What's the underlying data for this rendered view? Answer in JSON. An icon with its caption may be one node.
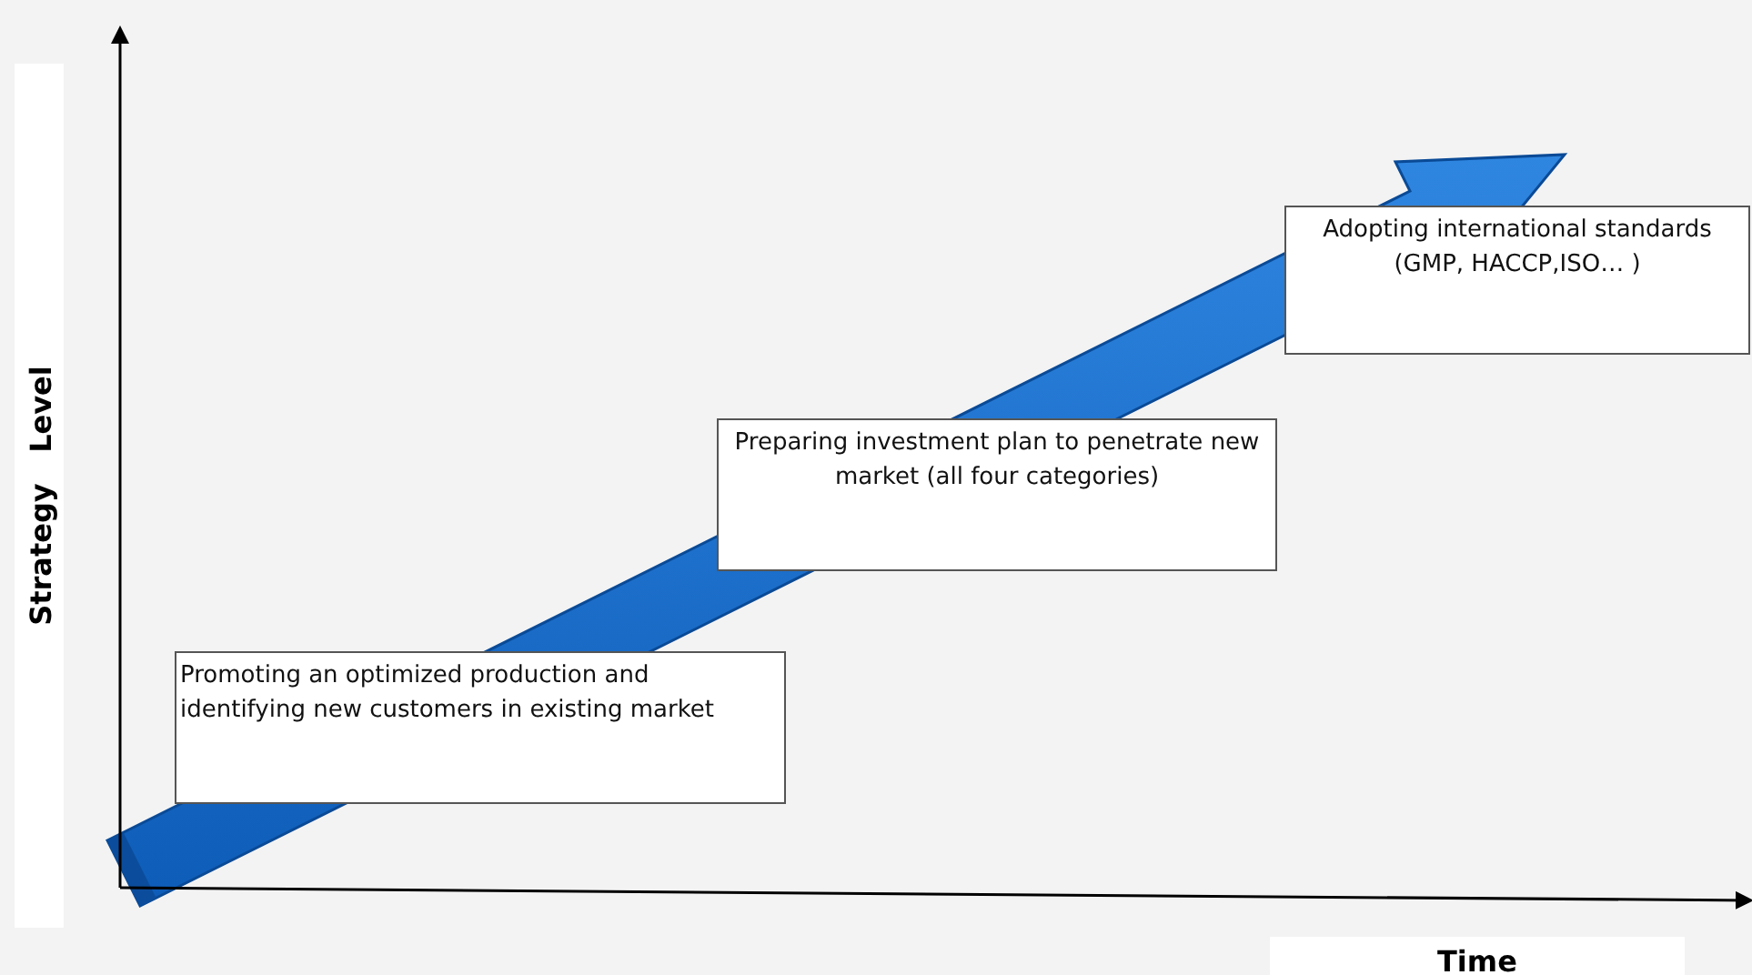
{
  "diagram": {
    "nodes": [
      {
        "text": [
          "Promoting an optimized production and identifying new customers in existing market"
        ]
      },
      {
        "text": [
          "Preparing investment plan to penetrate new market (all four categories)"
        ]
      },
      {
        "text": [
          "Adopting international standards (GMP, HACCP,ISO… )"
        ]
      }
    ],
    "labels": [
      "Strategy   Level",
      "Time"
    ]
  }
}
